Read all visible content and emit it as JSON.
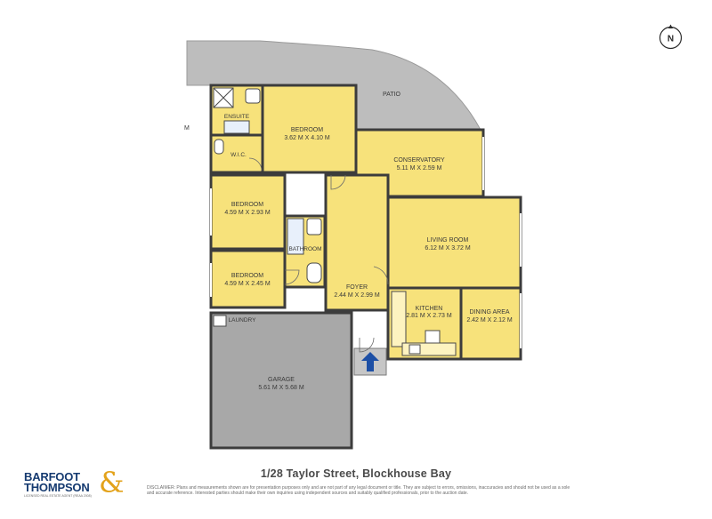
{
  "rooms": {
    "patio": {
      "name": "PATIO"
    },
    "ensuite": {
      "name": "ENSUITE"
    },
    "wic": {
      "name": "W.I.C."
    },
    "bedroom1": {
      "name": "BEDROOM",
      "size": "3.62 M X 4.10 M"
    },
    "conservatory": {
      "name": "CONSERVATORY",
      "size": "5.11 M X 2.59 M"
    },
    "bedroom2": {
      "name": "BEDROOM",
      "size": "4.59 M X 2.93 M"
    },
    "bathroom": {
      "name": "BATHROOM"
    },
    "bedroom3": {
      "name": "BEDROOM",
      "size": "4.59 M X 2.45 M"
    },
    "living": {
      "name": "LIVING ROOM",
      "size": "6.12 M X 3.72 M"
    },
    "foyer": {
      "name": "FOYER",
      "size": "2.44 M X 2.99 M"
    },
    "kitchen": {
      "name": "KITCHEN",
      "size": "2.81 M X 2.73 M"
    },
    "dining": {
      "name": "DINING AREA",
      "size": "2.42 M X 2.12 M"
    },
    "laundry": {
      "name": "LAUNDRY"
    },
    "garage": {
      "name": "GARAGE",
      "size": "5.61 M X 5.68 M"
    }
  },
  "stray_mark": "M",
  "compass": {
    "label": "N",
    "icon": "north-compass-icon"
  },
  "address": "1/28 Taylor Street, Blockhouse Bay",
  "logo": {
    "line1": "BARFOOT",
    "line2": "THOMPSON",
    "ampersand": "&",
    "tagline": "LICENSED REAL ESTATE AGENT (REAA 2008)"
  },
  "disclaimer": "DISCLAIMER: Plans and measurements shown are for presentation purposes only and are not part of any legal document or title. They are subject to errors, omissions, inaccuracies and should not be used as a sole and accurate reference. Interested parties should make their own inquiries using independent sources and suitably qualified professionals, prior to the auction date.",
  "colors": {
    "room": "#f7e27b",
    "garage": "#a8a8a8",
    "patio": "#bdbdbd",
    "wall": "#3c3c3c",
    "entry_arrow": "#1d4fa5",
    "brand_navy": "#153a70",
    "brand_gold": "#e3a21a"
  }
}
